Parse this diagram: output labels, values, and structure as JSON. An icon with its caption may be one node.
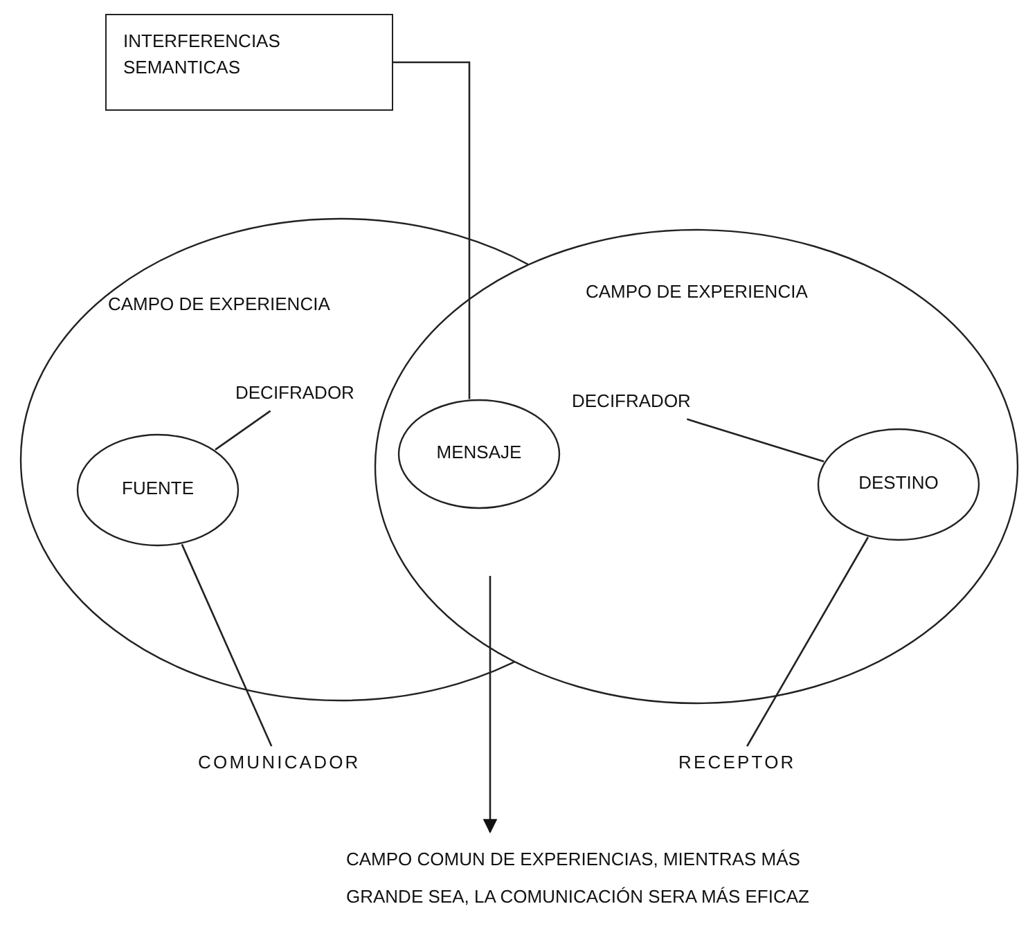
{
  "diagram": {
    "nodes": [
      {
        "text": [
          "INTERFERENCIAS SEMANTICAS"
        ]
      },
      {
        "text": [
          "CAMPO DE EXPERIENCIA"
        ]
      },
      {
        "text": [
          "CAMPO DE EXPERIENCIA"
        ]
      },
      {
        "text": [
          "DECIFRADOR"
        ],
        "in": 1
      },
      {
        "text": [
          "DECIFRADOR"
        ],
        "in": 2
      },
      {
        "text": [
          "MENSAJE"
        ]
      },
      {
        "text": [
          "FUENTE"
        ],
        "in": 1
      },
      {
        "text": [
          "DESTINO"
        ],
        "in": 2
      },
      {
        "text": [
          "COMUNICADOR"
        ]
      },
      {
        "text": [
          "RECEPTOR"
        ]
      },
      {
        "text": [
          "CAMPO COMUN DE EXPERIENCIAS, MIENTRAS MÁS GRANDE SEA, LA COMUNICACIÓN SERA MÁS EFICAZ"
        ]
      }
    ],
    "edges": [
      {
        "from": 0,
        "to": 5,
        "arrow": "none"
      },
      {
        "from": 3,
        "to": 6,
        "arrow": "none"
      },
      {
        "from": 4,
        "to": 7,
        "arrow": "none"
      },
      {
        "from": 8,
        "to": 6,
        "arrow": "none"
      },
      {
        "from": 9,
        "to": 7,
        "arrow": "none"
      },
      {
        "from": null,
        "to": 10,
        "arrow": "to"
      }
    ]
  }
}
